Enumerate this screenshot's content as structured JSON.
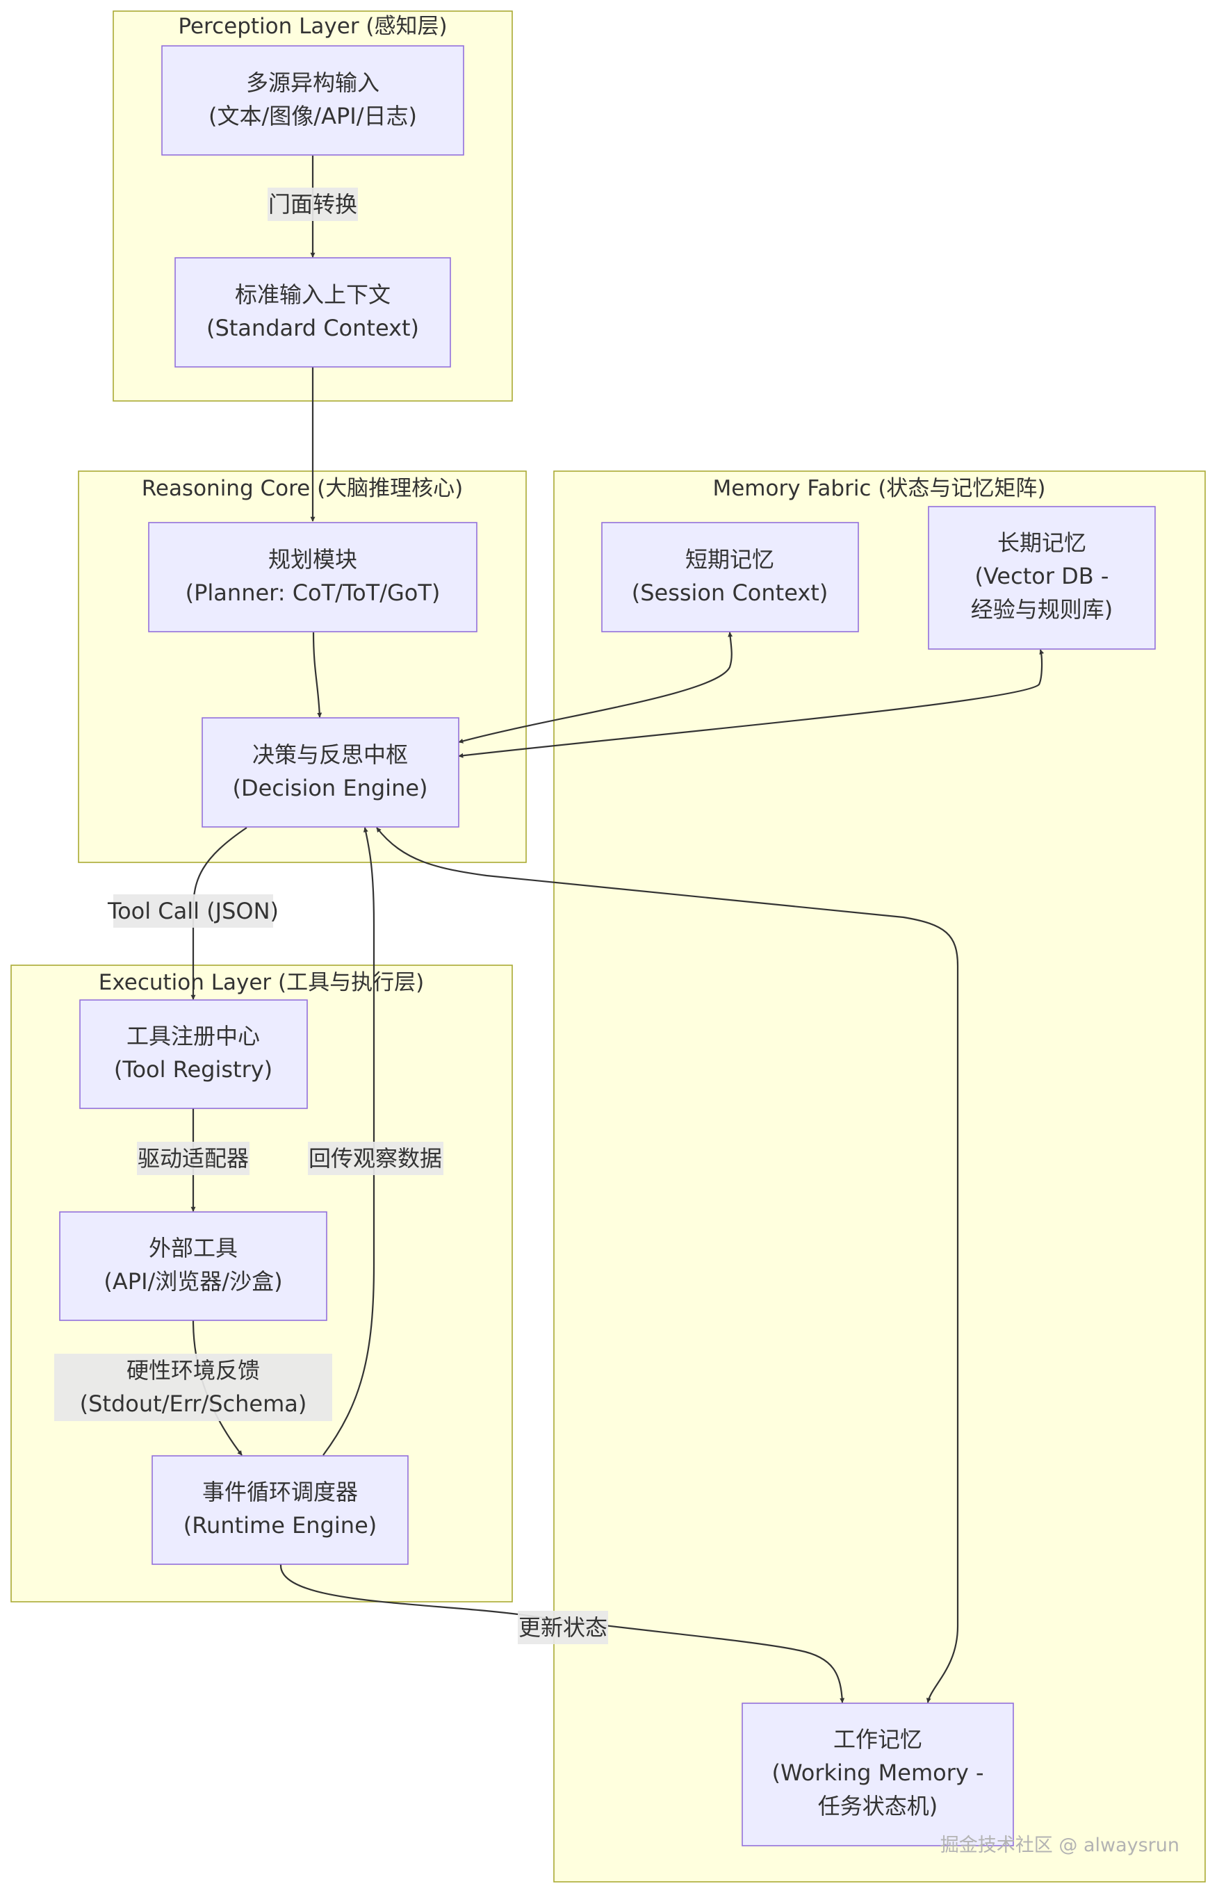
{
  "clusters": {
    "perception": "Perception Layer (感知层)",
    "reasoning": "Reasoning Core (大脑推理核心)",
    "memory": "Memory Fabric (状态与记忆矩阵)",
    "execution": "Execution Layer (工具与执行层)"
  },
  "nodes": {
    "input": [
      "多源异构输入",
      "(文本/图像/API/日志)"
    ],
    "context": [
      "标准输入上下文",
      "(Standard Context)"
    ],
    "planner": [
      "规划模块",
      "(Planner: CoT/ToT/GoT)"
    ],
    "decision": [
      "决策与反思中枢",
      "(Decision Engine)"
    ],
    "short_mem": [
      "短期记忆",
      "(Session Context)"
    ],
    "long_mem": [
      "长期记忆",
      "(Vector DB -",
      "经验与规则库)"
    ],
    "registry": [
      "工具注册中心",
      "(Tool Registry)"
    ],
    "external": [
      "外部工具",
      "(API/浏览器/沙盒)"
    ],
    "runtime": [
      "事件循环调度器",
      "(Runtime Engine)"
    ],
    "working_mem": [
      "工作记忆",
      "(Working Memory -",
      "任务状态机)"
    ]
  },
  "edge_labels": {
    "facade": "门面转换",
    "tool_call": "Tool Call (JSON)",
    "drive_adapter": "驱动适配器",
    "return_obs": "回传观察数据",
    "feedback": [
      "硬性环境反馈",
      "(Stdout/Err/Schema)"
    ],
    "update_state": "更新状态"
  },
  "watermark": "掘金技术社区 @ alwaysrun",
  "colors": {
    "cluster_fill": "#ffffde",
    "cluster_stroke": "#aaaa33",
    "node_fill": "#ececff",
    "node_stroke": "#9370db",
    "edge": "#333333",
    "label_bg": "#e8e8e8"
  }
}
